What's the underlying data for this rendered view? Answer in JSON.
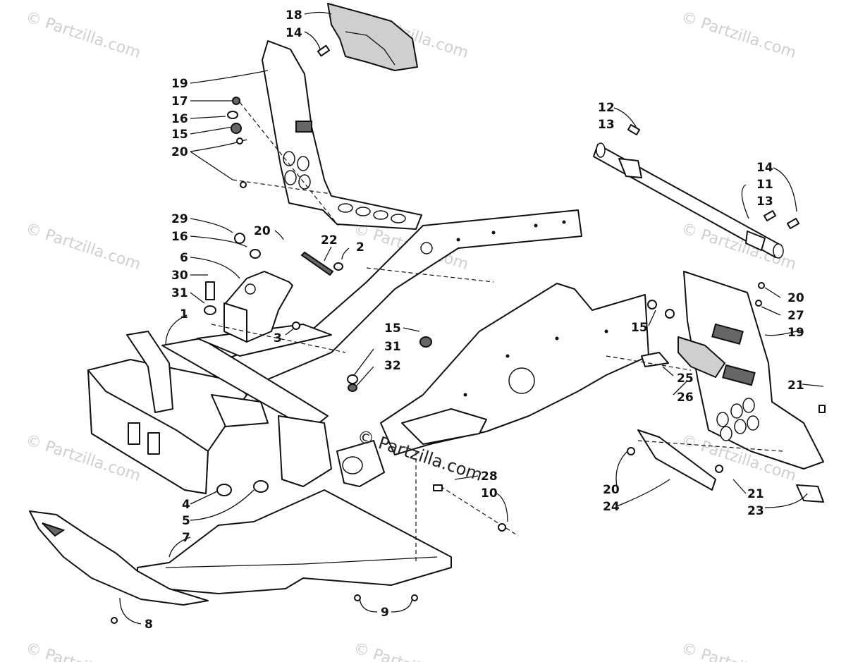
{
  "watermarks": [
    "© Partzilla.com",
    "© Partzilla.com",
    "© Partzilla.com",
    "© Partzilla.com",
    "© Partzilla.com",
    "© Partzilla.com",
    "© Partzilla.com",
    "© Partzilla.com",
    "© Partzilla.com",
    "© Partzilla.com",
    "© Partzilla.com"
  ],
  "center_watermark": "© Partzilla.com",
  "callouts": [
    "18",
    "14",
    "19",
    "17",
    "16",
    "15",
    "20",
    "12",
    "13",
    "14",
    "11",
    "13",
    "29",
    "20",
    "22",
    "2",
    "16",
    "6",
    "30",
    "31",
    "1",
    "3",
    "15",
    "31",
    "32",
    "20",
    "27",
    "15",
    "19",
    "21",
    "25",
    "26",
    "20",
    "21",
    "24",
    "23",
    "28",
    "10",
    "4",
    "5",
    "7",
    "8",
    "9"
  ]
}
